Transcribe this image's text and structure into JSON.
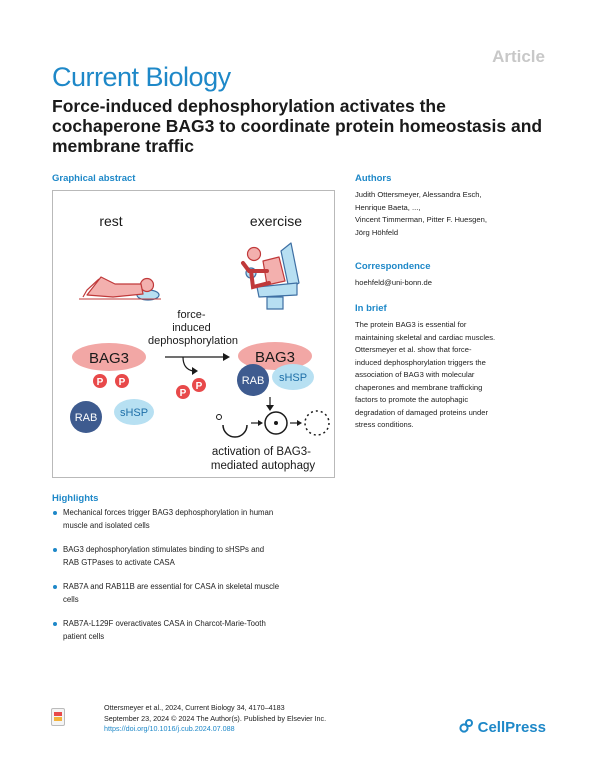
{
  "header": {
    "article_tag": "Article",
    "journal": "Current Biology",
    "title": "Force-induced dephosphorylation activates the cochaperone BAG3 to coordinate protein homeostasis and membrane traffic"
  },
  "graphical_abstract": {
    "heading": "Graphical abstract",
    "rest_label": "rest",
    "exercise_label": "exercise",
    "arrow_label": [
      "force-",
      "induced",
      "dephosphorylation"
    ],
    "bag3": "BAG3",
    "phospho": "P",
    "rab": "RAB",
    "shsp": "sHSP",
    "activation_label": [
      "activation of BAG3-",
      "mediated autophagy"
    ],
    "colors": {
      "bag3_fill": "#f2a7a5",
      "phospho_fill": "#e8494a",
      "rab_fill": "#3e5b8f",
      "shsp_fill": "#b7e0f2",
      "figure_fill": "#f3b0ae",
      "figure_stroke": "#c0393a",
      "chair_fill": "#b7dff2",
      "chair_stroke": "#3e6fa3"
    }
  },
  "authors": {
    "heading": "Authors",
    "lines": [
      "Judith Ottersmeyer, Alessandra Esch,",
      "Henrique Baeta, ...,",
      "Vincent Timmerman, Pitter F. Huesgen,",
      "Jörg Höhfeld"
    ]
  },
  "correspondence": {
    "heading": "Correspondence",
    "email": "hoehfeld@uni-bonn.de"
  },
  "in_brief": {
    "heading": "In brief",
    "lines": [
      "The protein BAG3 is essential for",
      "maintaining skeletal and cardiac muscles.",
      "Ottersmeyer et al. show that force-",
      "induced dephosphorylation triggers the",
      "association of BAG3 with molecular",
      "chaperones and membrane trafficking",
      "factors to promote the autophagic",
      "degradation of damaged proteins under",
      "stress conditions."
    ]
  },
  "highlights": {
    "heading": "Highlights",
    "items": [
      [
        "Mechanical forces trigger BAG3 dephosphorylation in human",
        "muscle and isolated cells"
      ],
      [
        "BAG3 dephosphorylation stimulates binding to sHSPs and",
        "RAB GTPases to activate CASA"
      ],
      [
        "RAB7A and RAB11B are essential for CASA in skeletal muscle",
        "cells"
      ],
      [
        "RAB7A-L129F overactivates CASA in Charcot-Marie-Tooth",
        "patient cells"
      ]
    ]
  },
  "footer": {
    "citation": "Ottersmeyer et al., 2024, Current Biology 34, 4170–4183",
    "date_line": "September 23, 2024 © 2024 The Author(s). Published by Elsevier Inc.",
    "doi": "https://doi.org/10.1016/j.cub.2024.07.088",
    "publisher": "CellPress"
  }
}
